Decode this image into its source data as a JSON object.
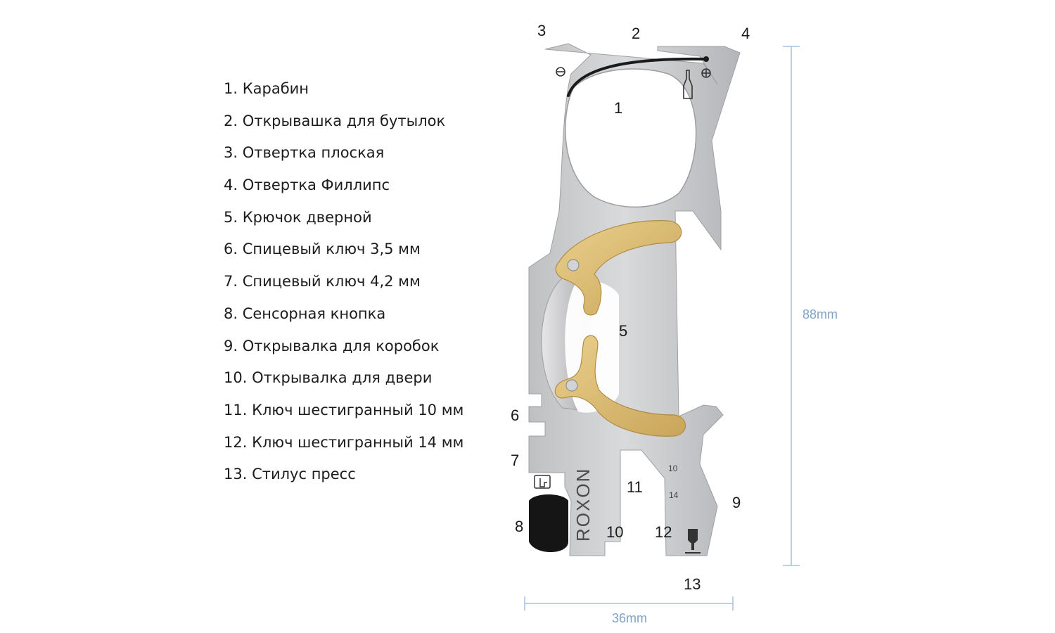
{
  "legend": [
    "1. Карабин",
    "2. Открывашка для бутылок",
    "3. Отвертка плоская",
    "4. Отвертка Филлипс",
    "5. Крючок дверной",
    "6. Спицевый ключ 3,5 мм",
    "7. Спицевый ключ 4,2 мм",
    "8. Сенсорная кнопка",
    "9. Открывалка для коробок",
    "10. Открывалка для двери",
    "11. Ключ шестигранный 10 мм",
    "12. Ключ шестигранный 14 мм",
    "13. Стилус пресс"
  ],
  "callouts": [
    "1",
    "2",
    "3",
    "4",
    "5",
    "6",
    "7",
    "8",
    "9",
    "10",
    "11",
    "12",
    "13"
  ],
  "engravings": {
    "brand": "ROXON",
    "hex_small": "10",
    "hex_large": "14"
  },
  "dimensions": {
    "height": "88mm",
    "width": "36mm"
  },
  "colors": {
    "steel": "#c9cacc",
    "brass": "#d8bb73",
    "dimension_line": "#a9c1db",
    "stylus": "#151515"
  }
}
